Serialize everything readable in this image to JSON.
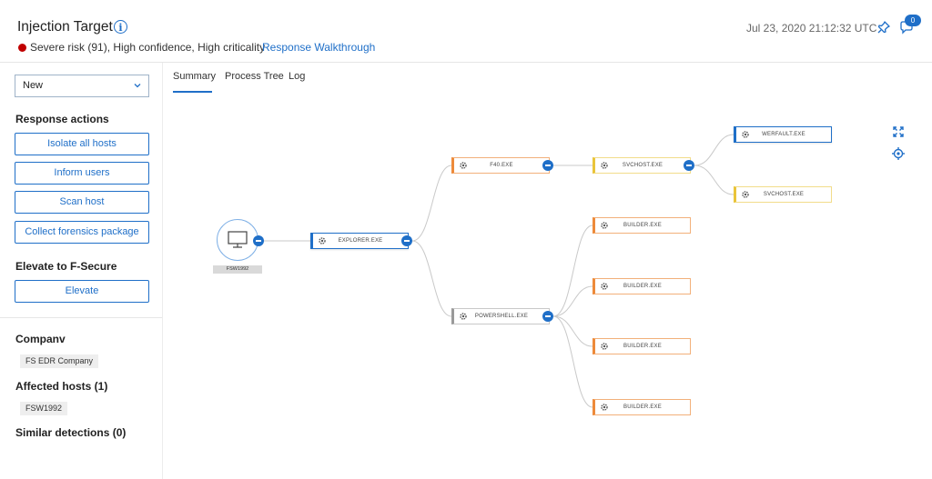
{
  "header": {
    "title": "Injection Target",
    "risk_text": "Severe risk (91), High confidence, High criticality",
    "walkthrough_link": "Response Walkthrough",
    "timestamp": "Jul 23, 2020 21:12:32 UTC",
    "comment_count": "0",
    "colors": {
      "accent": "#1f6fc8",
      "risk": "#c00000"
    }
  },
  "sidebar": {
    "status_select": "New",
    "response_actions_title": "Response actions",
    "actions": [
      "Isolate all hosts",
      "Inform users",
      "Scan host",
      "Collect forensics package"
    ],
    "elevate_title": "Elevate to F-Secure",
    "elevate_button": "Elevate",
    "company_title": "Companv",
    "company_tag": "FS EDR Company",
    "affected_hosts_title": "Affected hosts (1)",
    "affected_host_tag": "FSW1992",
    "similar_detections_title": "Similar detections (0)"
  },
  "tabs": [
    "Summary",
    "Process Tree",
    "Log"
  ],
  "graph": {
    "host_label": "FSW1992",
    "nodes": {
      "explorer": "EXPLORER.EXE",
      "f40": "F40.EXE",
      "powershell": "POWERSHELL.EXE",
      "svchost": "SVCHOST.EXE",
      "werfault": "WERFAULT.EXE",
      "svchost2": "SVCHOST.EXE",
      "builder1": "BUILDER.EXE",
      "builder2": "BUILDER.EXE",
      "builder3": "BUILDER.EXE",
      "builder4": "BUILDER.EXE"
    }
  },
  "icons": [
    "info-icon",
    "pin-icon",
    "comment-icon",
    "chevron-down-icon",
    "gear-icon",
    "monitor-icon",
    "expand-icon",
    "target-icon"
  ]
}
